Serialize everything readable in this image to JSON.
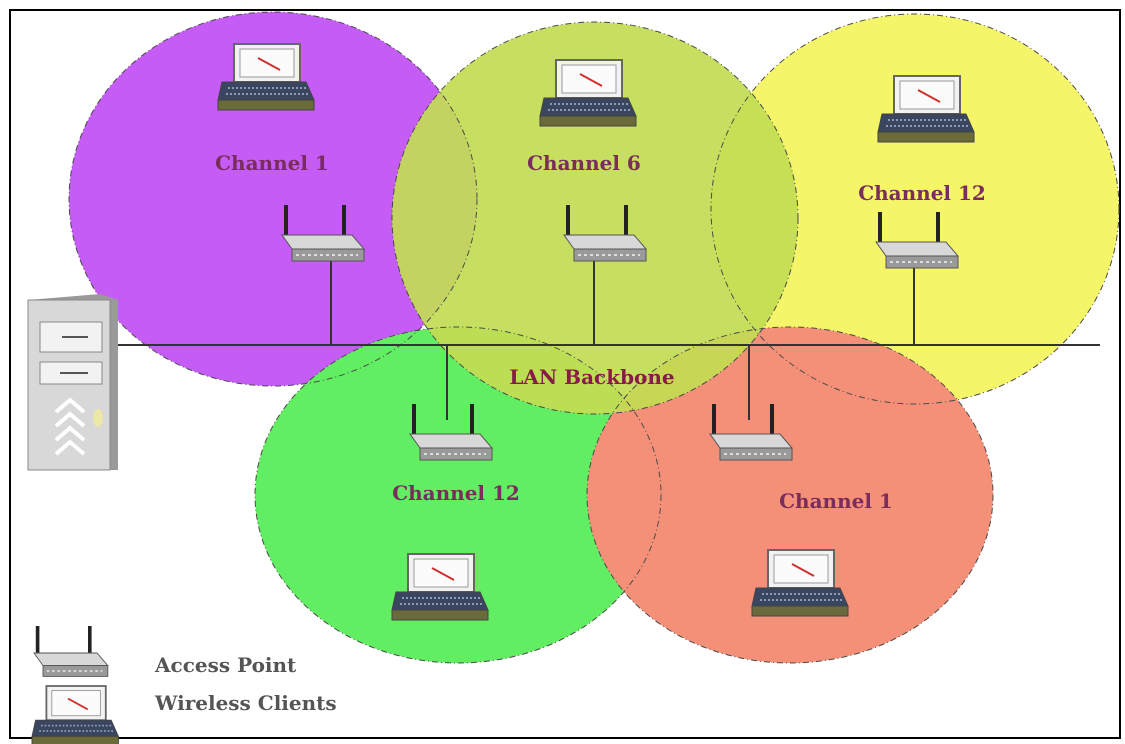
{
  "diagram": {
    "cells": [
      {
        "label": "Channel 1",
        "color": "#c45cf5",
        "id": "purple"
      },
      {
        "label": "Channel 6",
        "color": "#c2dc52",
        "id": "olive"
      },
      {
        "label": "Channel 12",
        "color": "#f5f56a",
        "id": "yellow"
      },
      {
        "label": "Channel 12",
        "color": "#62ee62",
        "id": "green"
      },
      {
        "label": "Channel 1",
        "color": "#f59078",
        "id": "salmon"
      }
    ],
    "backbone_label": "LAN Backbone",
    "label_color": "#7a2d5c",
    "backbone_label_color": "#8a1a4a",
    "icons": {
      "access_point": "access-point-icon",
      "wireless_client": "laptop-icon",
      "server": "server-tower-icon"
    }
  },
  "legend": {
    "access_point_label": "Access Point",
    "wireless_clients_label": "Wireless Clients"
  }
}
